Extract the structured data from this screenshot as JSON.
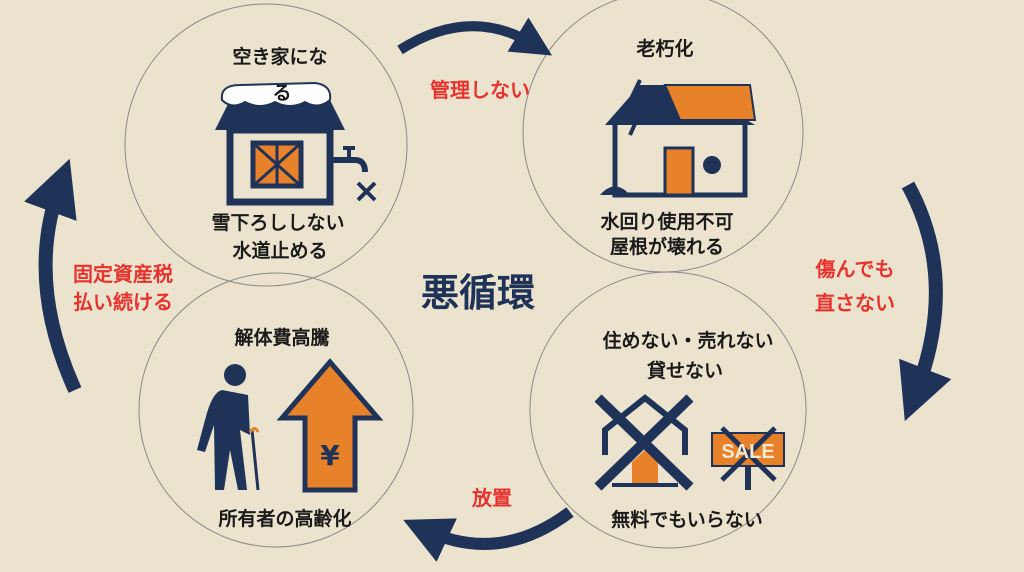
{
  "title": "悪循環",
  "nodes": {
    "vacant": {
      "title_line1": "空き家にな",
      "title_line2": "る",
      "caption_line1": "雪下ろししない",
      "caption_line2": "水道止める"
    },
    "decay": {
      "title": "老朽化",
      "caption_line1": "水回り使用不可",
      "caption_line2": "屋根が壊れる"
    },
    "unusable": {
      "title_line1": "住めない・売れない",
      "title_line2": "貸せない",
      "caption": "無料でもいらない",
      "sign_text": "SALE"
    },
    "aging": {
      "title": "解体費高騰",
      "caption": "所有者の高齢化",
      "yen": "¥"
    }
  },
  "transitions": {
    "top": "管理しない",
    "right_line1": "傷んでも",
    "right_line2": "直さない",
    "bottom": "放置",
    "left_line1": "固定資産税",
    "left_line2": "払い続ける"
  },
  "colors": {
    "navy": "#1f3358",
    "orange": "#e8822a",
    "red": "#e8322e",
    "background": "#ebe3cd"
  }
}
